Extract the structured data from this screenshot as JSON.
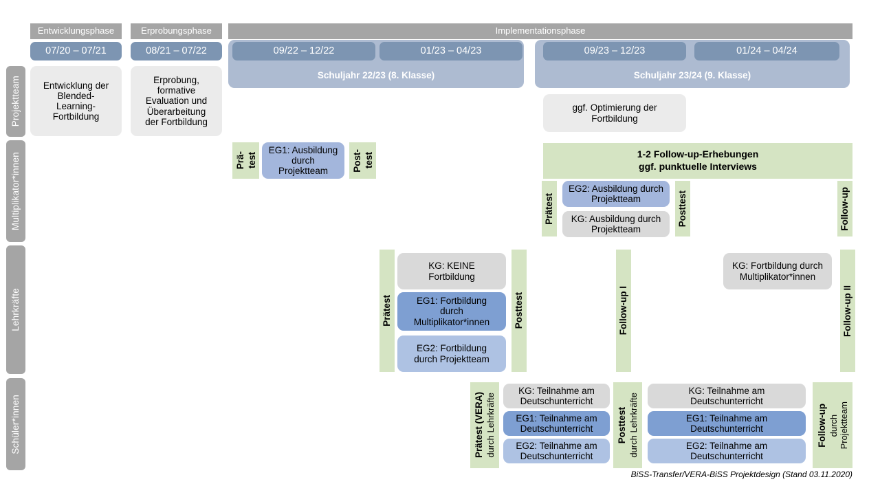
{
  "diagram": {
    "footer": "BiSS-Transfer/VERA-BiSS Projektdesign (Stand 03.11.2020)"
  },
  "colors": {
    "lane_gray": "#a5a5a5",
    "phase_gray": "#a5a5a5",
    "date_blue": "#7d95b2",
    "schoolyear_blue": "#adbbd1",
    "green": "#d5e4c3",
    "card_gray": "#ebebeb",
    "card_gray_dark": "#d9d9d9",
    "blue_mid": "#a3b6dc",
    "blue_dark": "#7e9fd2",
    "blue_light": "#aec2e3"
  },
  "lanes": [
    {
      "label": "Projektteam"
    },
    {
      "label": "Multiplikator*innen"
    },
    {
      "label": "Lehrkräfte"
    },
    {
      "label": "Schüler*innen"
    }
  ],
  "phases": [
    {
      "label": "Entwicklungsphase"
    },
    {
      "label": "Erprobungsphase"
    },
    {
      "label": "Implementationsphase"
    }
  ],
  "dates": [
    {
      "label": "07/20 – 07/21"
    },
    {
      "label": "08/21 – 07/22"
    },
    {
      "label": "09/22 – 12/22"
    },
    {
      "label": "01/23 – 04/23"
    },
    {
      "label": "09/23 – 12/23"
    },
    {
      "label": "01/24 – 04/24"
    }
  ],
  "schoolyears": [
    {
      "label": "Schuljahr 22/23 (8. Klasse)"
    },
    {
      "label": "Schuljahr 23/24 (9. Klasse)"
    }
  ],
  "projektteam": {
    "entwicklung": "Entwicklung der\nBlended-\nLearning-\nFortbildung",
    "erprobung": "Erprobung,\nformative\nEvaluation und\nÜberarbeitung\nder Fortbildung",
    "optimierung": "ggf. Optimierung der\nFortbildung"
  },
  "multiplikatoren": {
    "praetest_1": "Prä-",
    "praetest_2": "test",
    "eg1": "EG1: Ausbildung\ndurch\nProjektteam",
    "posttest_1": "Post-",
    "posttest_2": "test",
    "followup_band": "1-2 Follow-up-Erhebungen\nggf. punktuelle Interviews",
    "praetest_2023": "Prätest",
    "eg2": "EG2:  Ausbildung durch\nProjektteam",
    "kg": "KG: Ausbildung durch\nProjektteam",
    "posttest_2023": "Posttest",
    "followup": "Follow-up"
  },
  "lehrkraefte": {
    "praetest": "Prätest",
    "kg": "KG:  KEINE\nFortbildung",
    "eg1": "EG1: Fortbildung\ndurch\nMultiplikator*innen",
    "eg2": "EG2: Fortbildung\ndurch Projektteam",
    "posttest": "Posttest",
    "followup_1": "Follow-up I",
    "kg_2024": "KG: Fortbildung durch\nMultiplikator*innen",
    "followup_2": "Follow-up II"
  },
  "schueler": {
    "praetest_bold": "Prätest (VERA)",
    "praetest_reg": "durch Lehrkräfte",
    "kg_1": "KG: Teilnahme am\nDeutschunterricht",
    "eg1_1": "EG1: Teilnahme am\nDeutschunterricht",
    "eg2_1": "EG2: Teilnahme am\nDeutschunterricht",
    "posttest_bold": "Posttest",
    "posttest_reg": "durch Lehrkräfte",
    "kg_2": "KG: Teilnahme am\nDeutschunterricht",
    "eg1_2": "EG1: Teilnahme am\nDeutschunterricht",
    "eg2_2": "EG2: Teilnahme am\nDeutschunterricht",
    "followup_bold": "Follow-up",
    "followup_reg": "durch\nProjektteam"
  }
}
